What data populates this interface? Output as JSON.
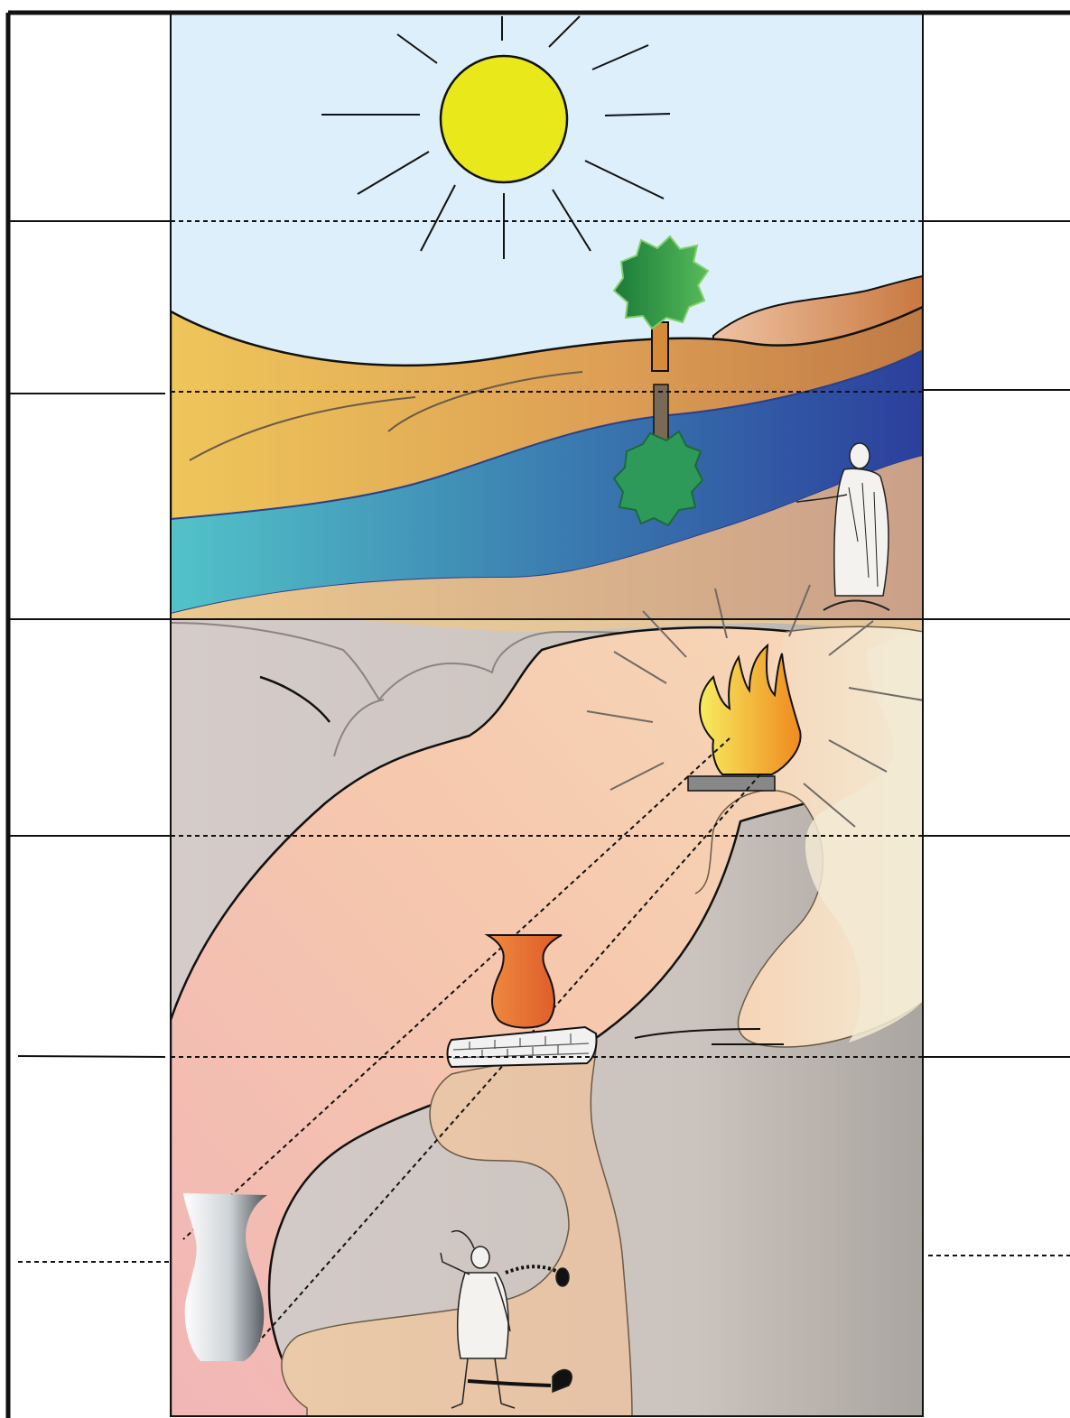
{
  "diagram": {
    "kind": "allegory-of-the-cave-line",
    "has_text": false,
    "colors": {
      "sky": "#dceffa",
      "sun": "#e8e81a",
      "tree_green_dark": "#1f8a3c",
      "tree_green_light": "#49b35a",
      "reflection_green": "#2e9a5a",
      "trunk": "#d68a3a",
      "reflection_trunk": "#7a6a55",
      "river_left": "#52c3c8",
      "river_right": "#2b3f9c",
      "sand_left": "#efc65a",
      "sand_right": "#c07a45",
      "hill": "#e0b08a",
      "cave_rock": "#d2c9c6",
      "cave_rock_right": "#b3aca7",
      "cave_pink": "#f0b8b8",
      "cave_peach": "#f6c9a8",
      "cave_cream": "#f3ecd6",
      "cave_floor": "#e8c8a8",
      "flame_yellow": "#f5e04a",
      "flame_orange": "#f08a20",
      "vase_orange": "#e86a30",
      "hearth_plate": "#888888",
      "line": "#111111"
    },
    "elements": [
      "sun-icon",
      "tree-icon",
      "tree-reflection-icon",
      "river",
      "philosopher-figure",
      "fire-icon",
      "vase-on-wall-icon",
      "vase-shadow-icon",
      "prisoner-figure"
    ]
  }
}
